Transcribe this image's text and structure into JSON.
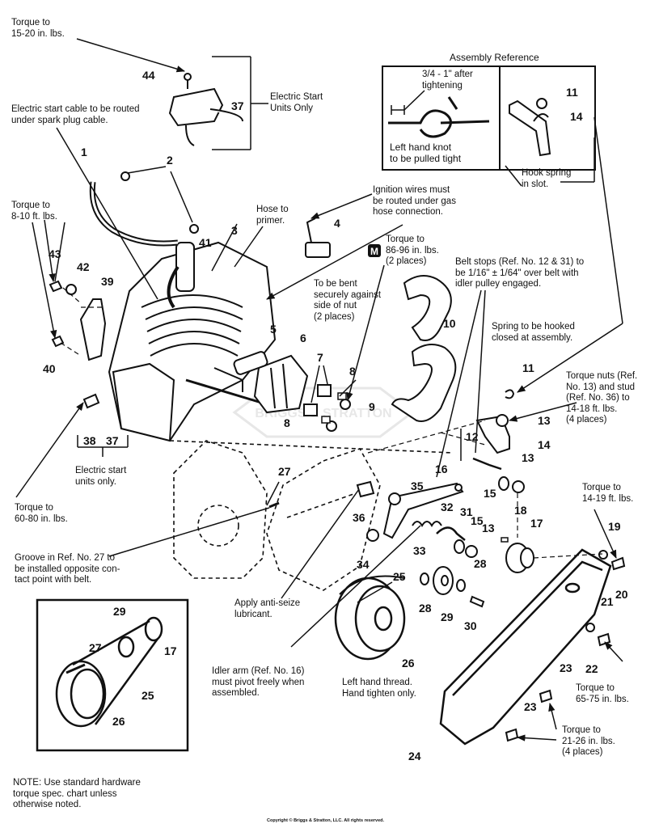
{
  "labels": {
    "torque_44": "Torque to\n15-20 in. lbs.",
    "electric_start_only": "Electric Start\nUnits Only",
    "cable_route": "Electric start cable to be routed\nunder spark plug cable.",
    "torque_43": "Torque to\n8-10 ft. lbs.",
    "hose_primer": "Hose to\nprimer.",
    "ignition_wires": "Ignition wires must\nbe routed under gas\nhose connection.",
    "torque_m": "Torque to\n86-96 in. lbs.\n(2 places)",
    "bent_nut": "To be bent\nsecurely against\nside of nut\n(2 places)",
    "belt_stops": "Belt stops (Ref. No. 12 & 31) to\nbe 1/16\" ± 1/64\" over belt with\nidler pulley engaged.",
    "spring_hooked": "Spring to be hooked\nclosed at assembly.",
    "torque_nuts": "Torque nuts (Ref.\nNo. 13) and stud\n(Ref. No. 36) to\n14-18 ft. lbs.\n(4 places)",
    "electric_start_units": "Electric start\nunits only.",
    "torque_38": "Torque to\n60-80 in. lbs.",
    "groove": "Groove in Ref. No. 27 to\nbe installed opposite con-\ntact point with belt.",
    "anti_seize": "Apply anti-seize\nlubricant.",
    "torque_19": "Torque to\n14-19 ft. lbs.",
    "idler_arm": "Idler arm (Ref. No. 16)\nmust pivot freely when\nassembled.",
    "left_hand": "Left hand thread.\nHand tighten only.",
    "torque_22": "Torque to\n65-75 in. lbs.",
    "torque_23": "Torque to\n21-26 in. lbs.\n(4 places)",
    "note": "NOTE: Use standard hardware\ntorque spec. chart unless\notherwise noted.",
    "copyright": "Copyright © Briggs & Stratton, LLC. All rights reserved."
  },
  "assembly_reference": {
    "title": "Assembly Reference",
    "knot_spec": "3/4 - 1\" after\ntightening",
    "knot_caption": "Left hand knot\nto be pulled tight",
    "hook_caption": "Hook spring\nin slot.",
    "part_11": "11",
    "part_14": "14"
  },
  "m_badge": "M",
  "watermark": "BRIGGS & STRATTON",
  "part_numbers": [
    "44",
    "37",
    "1",
    "2",
    "3",
    "4",
    "41",
    "43",
    "42",
    "39",
    "40",
    "5",
    "6",
    "7",
    "8",
    "8",
    "9",
    "10",
    "11",
    "13",
    "12",
    "14",
    "13",
    "38",
    "37",
    "27",
    "16",
    "35",
    "36",
    "32",
    "31",
    "15",
    "15",
    "13",
    "18",
    "17",
    "19",
    "20",
    "34",
    "33",
    "28",
    "28",
    "25",
    "29",
    "30",
    "21",
    "22",
    "23",
    "23",
    "24",
    "26",
    "29",
    "27",
    "17",
    "25",
    "26"
  ],
  "colors": {
    "ink": "#111111",
    "paper": "#ffffff",
    "watermark": "#cfcfcf"
  }
}
